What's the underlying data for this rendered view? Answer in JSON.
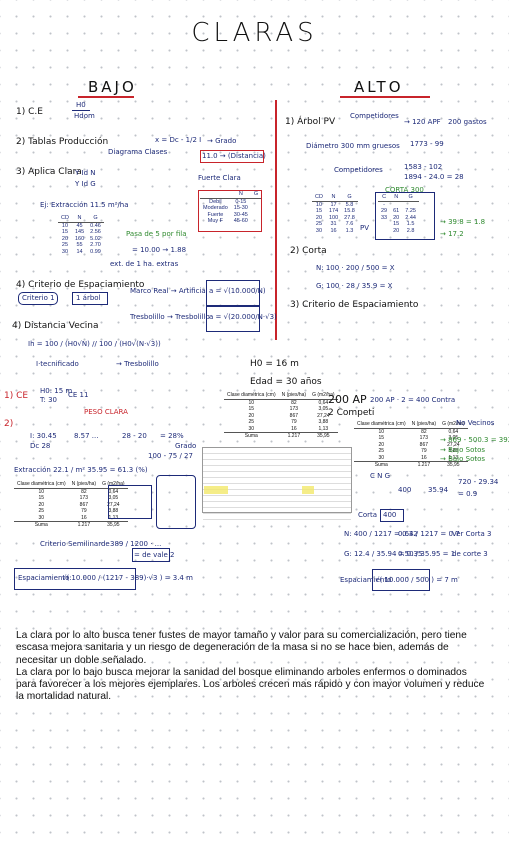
{
  "title": "CLARAS",
  "columns": {
    "left": "BAJO",
    "right": "ALTO"
  },
  "bajo": {
    "n1": "1) C.E",
    "n1_frac_top": "H0",
    "n1_frac_bot": "Hdom",
    "n2": "2) Tablas Producción",
    "n2_a": "Diagrama Clases",
    "n2_b": "x = Dc - 1/2 I",
    "n2_c": "→ Grado",
    "n2_d": "11.0 → (Distancia)",
    "n3": "3) Aplica Clara",
    "n3_a": "Y Id N",
    "n3_b": "Y Id G",
    "fuerte": "Fuerte Clara",
    "ej": "Ej: Extracción 11.5 m²/ha",
    "grade_table": {
      "headers": [
        "",
        "N",
        "G"
      ],
      "rows": [
        [
          "Debil",
          "0-15",
          ""
        ],
        [
          "Moderado",
          "15-30",
          ""
        ],
        [
          "Fuerte",
          "30-45",
          ""
        ],
        [
          "Muy F",
          "45-60",
          ""
        ]
      ]
    },
    "cdng": {
      "headers": [
        "CD",
        "N",
        "G"
      ],
      "rows": [
        [
          "10",
          "45",
          "0.46"
        ],
        [
          "15",
          "145",
          "2.56"
        ],
        [
          "20",
          "160",
          "5.02"
        ],
        [
          "25",
          "55",
          "2.70"
        ],
        [
          "30",
          "14",
          "0.99"
        ]
      ]
    },
    "pasa": "Pasa de 5 por fila",
    "pasa_b": "= 10.00 → 1.88",
    "extra": "ext. de 1 ha. extras",
    "n4": "4) Criterio de Espaciamiento",
    "n4_a": "Criterio 1",
    "n4_b": "1 árbol",
    "n4_c": "Marco Real → Artificial",
    "n4_d": "a = √(10.000/N)",
    "n4_e": "Tresbolillo → Tresbolillo",
    "n4_f": "a = √(20.000/N·√3)",
    "n5": "4) Distancia Vecina",
    "n5_a": "Ih = 100 / (H0√N) // 100 / (H0√(N·√3))",
    "n5_b": "I·tecnificado",
    "n5_c": "→ Tresbolillo"
  },
  "alto": {
    "n1": "1) Árbol PV",
    "n1_a": "Competidores",
    "n1_b": "→ 120 APF",
    "n1_c": "200 gastos",
    "n1_d": "Diámetro 300 mm gruesos",
    "n1_e": "1773 - 99",
    "n1_f": "Competidores",
    "n1_g": "1583 - 102",
    "n1_h": "1894 - 24.0 = 28",
    "corta": "CORTA 300",
    "cdng": {
      "headers": [
        "CD",
        "N",
        "G"
      ],
      "rows": [
        [
          "10",
          "17",
          "5.8"
        ],
        [
          "15",
          "174",
          "15.8"
        ],
        [
          "20",
          "100",
          "27.8"
        ],
        [
          "25",
          "31",
          "7.6"
        ],
        [
          "30",
          "16",
          "1.3"
        ]
      ]
    },
    "pv": "PV",
    "cgn": {
      "headers": [
        "C",
        "N",
        "G"
      ],
      "rows": [
        [
          "-",
          "",
          ""
        ],
        [
          "29",
          "61",
          "7.25"
        ],
        [
          "33",
          "20",
          "2.44"
        ],
        [
          "",
          "15",
          "1.5"
        ],
        [
          "",
          "20",
          "2.8"
        ]
      ]
    },
    "grn_a": "→ 39.8 = 1.8",
    "grn_b": "→ 17.2",
    "n2": "2) Corta",
    "n2_a": "N: 100 · 200 / 500 = X",
    "n2_b": "G: 100 · 28 / 35.9 = X",
    "n3": "3) Criterio de Espaciamiento"
  },
  "center": {
    "h0": "H0 = 16 m",
    "edad": "Edad = 30 años",
    "table": {
      "headers": [
        "Clase diamétrica (cm)",
        "N (pies/ha)",
        "G (m2/ha)"
      ],
      "rows": [
        [
          "10",
          "82",
          "0,64"
        ],
        [
          "15",
          "173",
          "3,05"
        ],
        [
          "20",
          "867",
          "27,24"
        ],
        [
          "25",
          "79",
          "3,88"
        ],
        [
          "30",
          "16",
          "1,13"
        ]
      ],
      "sum": [
        "Suma",
        "1.217",
        "35,95"
      ]
    },
    "ap": "200 AP",
    "competi": "2 Competi",
    "ap_eq": "200 AP · 2 = 400 Contra"
  },
  "lower_left": {
    "ce": "1) CE",
    "ce_vals_a": "H0: 15 m",
    "ce_vals_b": "T: 30",
    "ce_ratio": "CE 11",
    "peso": "PESO CLARA",
    "row_a": "I: 30.45",
    "row_b": "8.57 ...",
    "row_c": "28 - 20",
    "row_d": "= 28%",
    "row_e": "Grado",
    "dc": "Dc 28",
    "clara_val": "100 - 75 / 27",
    "extraccion": "Extracción  22.1 / m² 35.95 = 61.3 (%)",
    "table": {
      "headers": [
        "Clase diamétrica (cm)",
        "N (pies/ha)",
        "G (m2/ha)"
      ],
      "rows": [
        [
          "10",
          "82",
          "0,64"
        ],
        [
          "15",
          "173",
          "3,05"
        ],
        [
          "20",
          "867",
          "27,24"
        ],
        [
          "25",
          "79",
          "3,88"
        ],
        [
          "30",
          "16",
          "1,13"
        ]
      ],
      "sum": [
        "Suma",
        "1.217",
        "35,95"
      ]
    },
    "criterio": "Criterio Semilinarde",
    "crit_val": "389 / 1200 · ...",
    "crit_res": "= de vale 2",
    "esp": "Espaciamiento:",
    "esp_formula": "√( 10.000 / (1217 - 389)·√3 ) = 3.4 m"
  },
  "lower_right": {
    "g_table": {
      "headers": [
        "Clase diamétrica (cm)",
        "N (pies/ha)",
        "G (m2/ha)"
      ],
      "rows": [
        [
          "10",
          "82",
          "0,64"
        ],
        [
          "15",
          "173",
          "3,05"
        ],
        [
          "20",
          "867",
          "27,24"
        ],
        [
          "25",
          "79",
          "3,88"
        ],
        [
          "30",
          "16",
          "1,13"
        ]
      ],
      "sum": [
        "Suma",
        "1.217",
        "35,95"
      ]
    },
    "no_vecino": "No Vecinos",
    "eq_a": "→ 869 - 500.3 = 392",
    "eq_b": "→ Bajo Sotos",
    "eq_c": "→ Bajo Sotos",
    "cng": "C  N  G",
    "sub_a": "400",
    "sub_b": "35.94",
    "sub_c": "720 - 29.34",
    "sub_d": "= 0.9",
    "corta": "Corta",
    "corta_val": "400",
    "n_frac": "N: 400 / 1217 = 0.32",
    "n_frac_b": "0.64 / 1217 = 0.7",
    "n_frac_c": "Ver Corta 3",
    "g_frac": "G: 12.4 / 35.94 = 0.35",
    "g_frac_b": "0.50 / 35.95 = 1",
    "g_frac_c": "de corte 3",
    "esp": "Espaciamiento",
    "esp_formula": "√( 10.000 / 500 ) = 7 m"
  },
  "notes": [
    "La clara por lo alto busca tener fustes de mayor tamaño y valor para su comercialización, pero tiene escasa mejora sanitaria y un riesgo de degeneración de la masa si no se hace bien, además de necesitar un doble señalado.",
    "La clara por lo bajo busca mejorar la sanidad del bosque eliminando arboles enfermos o dominados para favorecer a los mejores ejemplares. Los arboles crecen mas rápido y con mayor volumen y reduce la mortalidad natural."
  ]
}
